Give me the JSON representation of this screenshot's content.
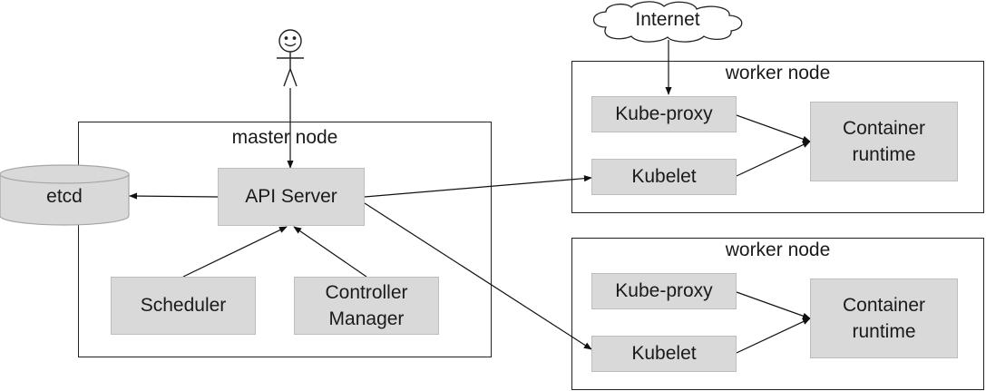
{
  "internet": {
    "label": "Internet"
  },
  "master": {
    "title": "master node",
    "api_server": "API Server",
    "scheduler": "Scheduler",
    "controller_manager": "Controller\nManager"
  },
  "etcd": {
    "label": "etcd"
  },
  "workers": [
    {
      "title": "worker node",
      "kube_proxy": "Kube-proxy",
      "kubelet": "Kubelet",
      "runtime": "Container\nruntime"
    },
    {
      "title": "worker node",
      "kube_proxy": "Kube-proxy",
      "kubelet": "Kubelet",
      "runtime": "Container\nruntime"
    }
  ],
  "colors": {
    "box_fill": "#d9d9d9",
    "box_border": "#bdbdbd",
    "line": "#111111",
    "frame": "#222222"
  }
}
